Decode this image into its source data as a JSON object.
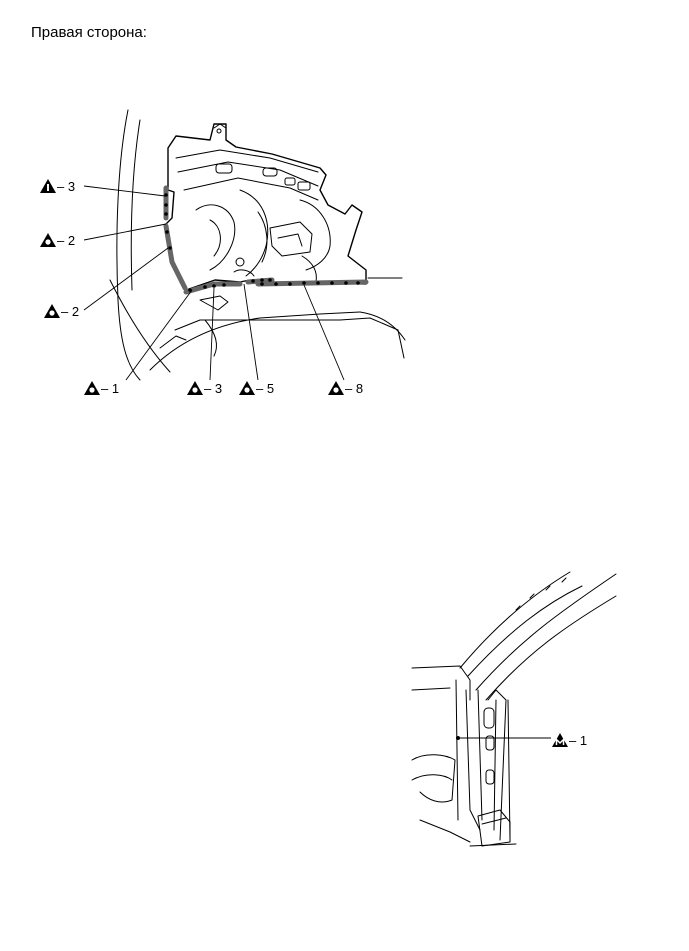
{
  "heading": "Правая сторона:",
  "diagram_top": {
    "callouts": [
      {
        "symbol": "I",
        "text": "– 3"
      },
      {
        "symbol": "O",
        "text": "– 2"
      },
      {
        "symbol": "O",
        "text": "– 2"
      },
      {
        "symbol": "O",
        "text": "– 1"
      },
      {
        "symbol": "O",
        "text": "– 3"
      },
      {
        "symbol": "O",
        "text": "– 5"
      },
      {
        "symbol": "O",
        "text": "– 8"
      }
    ]
  },
  "diagram_bottom": {
    "callouts": [
      {
        "symbol": "M",
        "text": "– 1"
      }
    ]
  }
}
